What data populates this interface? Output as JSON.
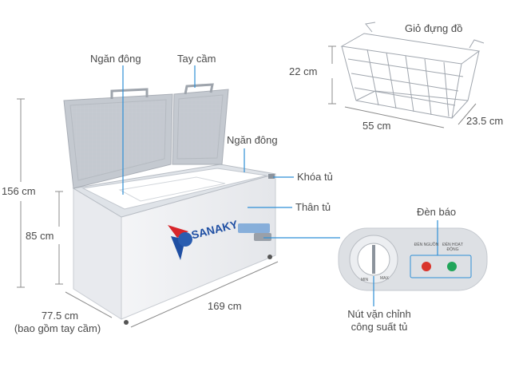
{
  "callouts": {
    "freezer_left": "Ngăn đông",
    "handle": "Tay cầm",
    "freezer_right": "Ngăn đông",
    "lock": "Khóa tủ",
    "body": "Thân tủ",
    "indicator": "Đèn báo",
    "knob_line1": "Nút vặn chỉnh",
    "knob_line2": "công suất tủ",
    "basket": "Giỏ đựng đồ"
  },
  "dimensions": {
    "total_height": "156 cm",
    "body_height": "85 cm",
    "depth_line1": "77.5 cm",
    "depth_line2": "(bao gồm tay cầm)",
    "width": "169 cm",
    "basket_height": "22 cm",
    "basket_length": "55 cm",
    "basket_width": "23.5 cm"
  },
  "brand": "SANAKY",
  "panel": {
    "light1": "ĐÈN NGUỒN",
    "light2": "ĐÈN HOẠT ĐỘNG",
    "knob_min": "MIN",
    "knob_max": "MAX"
  },
  "colors": {
    "brand_blue": "#1f4fa3",
    "brand_red": "#d8262b",
    "leader_line": "#2f8fd6",
    "light_red": "#d9342b",
    "light_green": "#21a55a"
  }
}
